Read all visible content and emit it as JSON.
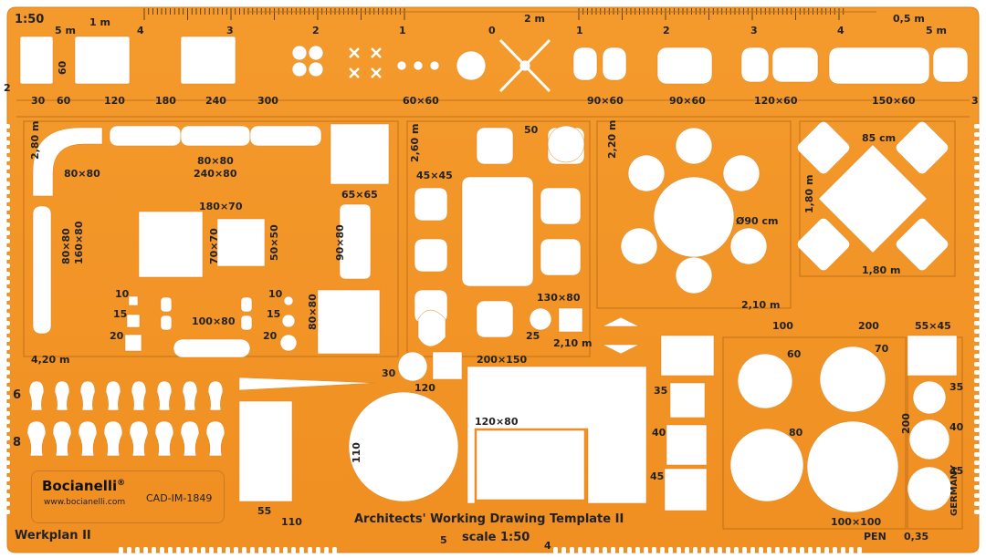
{
  "brand": {
    "name": "Bocianelli",
    "registered_mark": "®",
    "website": "www.bocianelli.com",
    "product_code": "CAD-IM-1849",
    "series_name": "Werkplan II",
    "title": "Architects' Working Drawing Template II",
    "scale": "scale 1:50",
    "country": "GERMANY",
    "pen": "PEN",
    "pen_size": "0,35"
  },
  "ruler": {
    "scale_label": "1:50",
    "left_units": [
      "5 m",
      "1 m",
      "4",
      "3",
      "2",
      "1",
      "0"
    ],
    "right_units": [
      "2 m",
      "1",
      "2",
      "3",
      "4",
      "0,5 m",
      "5 m"
    ],
    "side_marks": [
      "2",
      "3"
    ]
  },
  "top_row_labels": [
    "60",
    "30",
    "60",
    "120",
    "180",
    "240",
    "300",
    "60×60",
    "90×60",
    "90×60",
    "120×60",
    "150×60"
  ],
  "living_area_labels": [
    "2,80 m",
    "80×80",
    "80×80",
    "240×80",
    "65×65",
    "180×70",
    "70×70",
    "50×50",
    "90×80",
    "80×80",
    "160×80",
    "10",
    "15",
    "20",
    "100×80",
    "10",
    "15",
    "20",
    "80×80",
    "4,20 m"
  ],
  "dining_labels": [
    "2,60 m",
    "45×45",
    "50",
    "130×80",
    "25",
    "2,10 m"
  ],
  "round_table_labels": [
    "2,20 m",
    "Ø90 cm",
    "2,10 m"
  ],
  "square_table_labels": [
    "85 cm",
    "1,80 m",
    "1,80 m"
  ],
  "bath_labels": [
    "30",
    "120",
    "200×150",
    "120×80",
    "110",
    "55",
    "110",
    "100",
    "200",
    "55×45",
    "35",
    "40",
    "45",
    "60",
    "70",
    "80",
    "100×100",
    "200",
    "35",
    "40",
    "45"
  ],
  "toilet_row_labels": [
    "6",
    "8"
  ],
  "bottom_marks": [
    "5",
    "4"
  ]
}
